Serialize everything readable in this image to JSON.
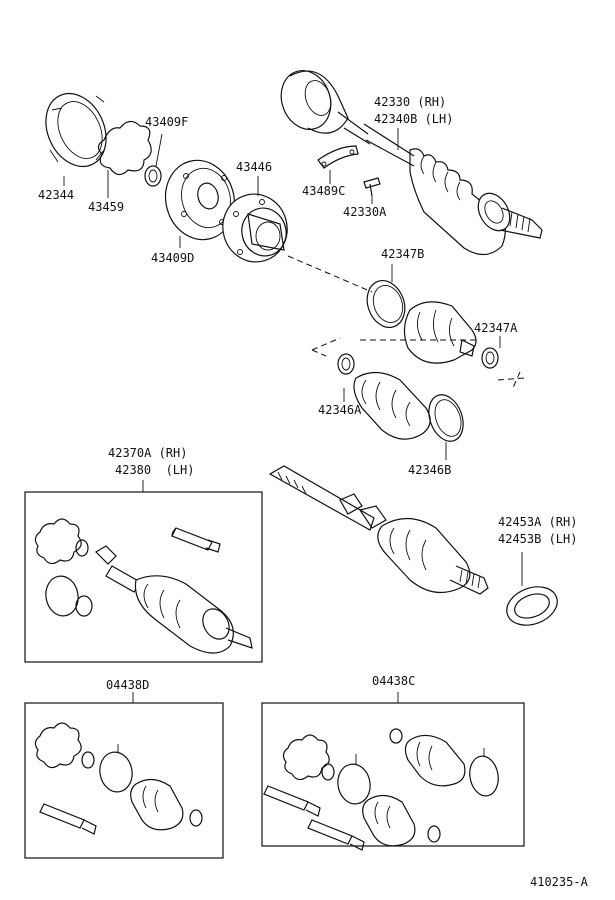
{
  "labels": {
    "p42344": "42344",
    "p43459": "43459",
    "p43409F": "43409F",
    "p43409D": "43409D",
    "p43446": "43446",
    "p42330": "42330 (RH)",
    "p42340B": "42340B (LH)",
    "p43489C": "43489C",
    "p42330A": "42330A",
    "p42347B": "42347B",
    "p42347A": "42347A",
    "p42346A": "42346A",
    "p42346B": "42346B",
    "p42370A": "42370A (RH)",
    "p42380": "42380  (LH)",
    "p42453A": "42453A (RH)",
    "p42453B": "42453B (LH)",
    "p04438D": "04438D",
    "p04438C": "04438C",
    "figure_id": "410235-A"
  }
}
